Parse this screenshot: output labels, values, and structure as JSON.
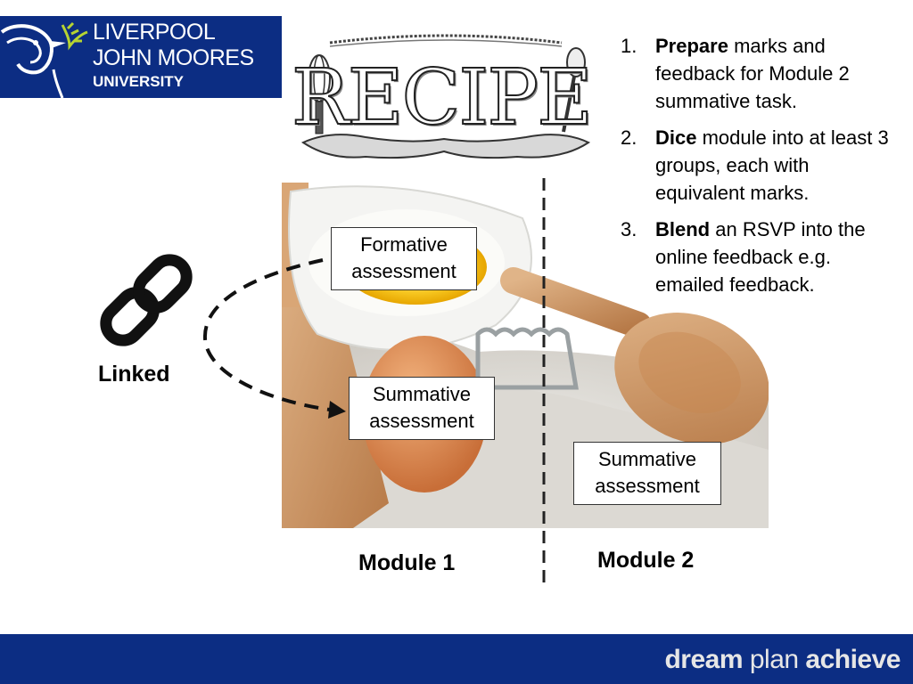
{
  "logo": {
    "line1": "LIVERPOOL",
    "line2": "JOHN MOORES",
    "line3": "UNIVERSITY"
  },
  "recipe_title": "RECIPE",
  "steps": [
    {
      "num": "1.",
      "verb": "Prepare",
      "rest": " marks and feedback for Module 2 summative task."
    },
    {
      "num": "2.",
      "verb": "Dice",
      "rest": " module into at least 3 groups, each with equivalent marks."
    },
    {
      "num": "3.",
      "verb": "Blend",
      "rest": " an RSVP into the online feedback e.g. emailed feedback."
    }
  ],
  "boxes": {
    "formative": "Formative assessment",
    "summative_1": "Summative assessment",
    "summative_2": "Summative assessment"
  },
  "linked_label": "Linked",
  "modules": {
    "module1": "Module 1",
    "module2": "Module 2"
  },
  "footer": {
    "word1": "dream",
    "word2": "plan",
    "word3": "achieve"
  },
  "colors": {
    "brand_blue": "#0c2d83"
  }
}
